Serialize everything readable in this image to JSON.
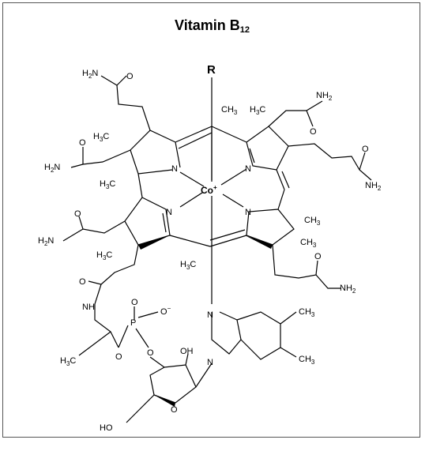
{
  "title": {
    "main": "Vitamin B",
    "subscript": "12"
  },
  "labels": {
    "r_group": "R",
    "cobalt": "Co",
    "cobalt_charge": "+",
    "n": "N",
    "o": "O",
    "oh": "OH",
    "ho": "HO",
    "nh": "NH",
    "p": "P",
    "o_minus_charge": "−",
    "h": "H",
    "c": "C",
    "h2": "2",
    "h3": "3",
    "n_amide": "N",
    "nh2_tail": "NH"
  }
}
